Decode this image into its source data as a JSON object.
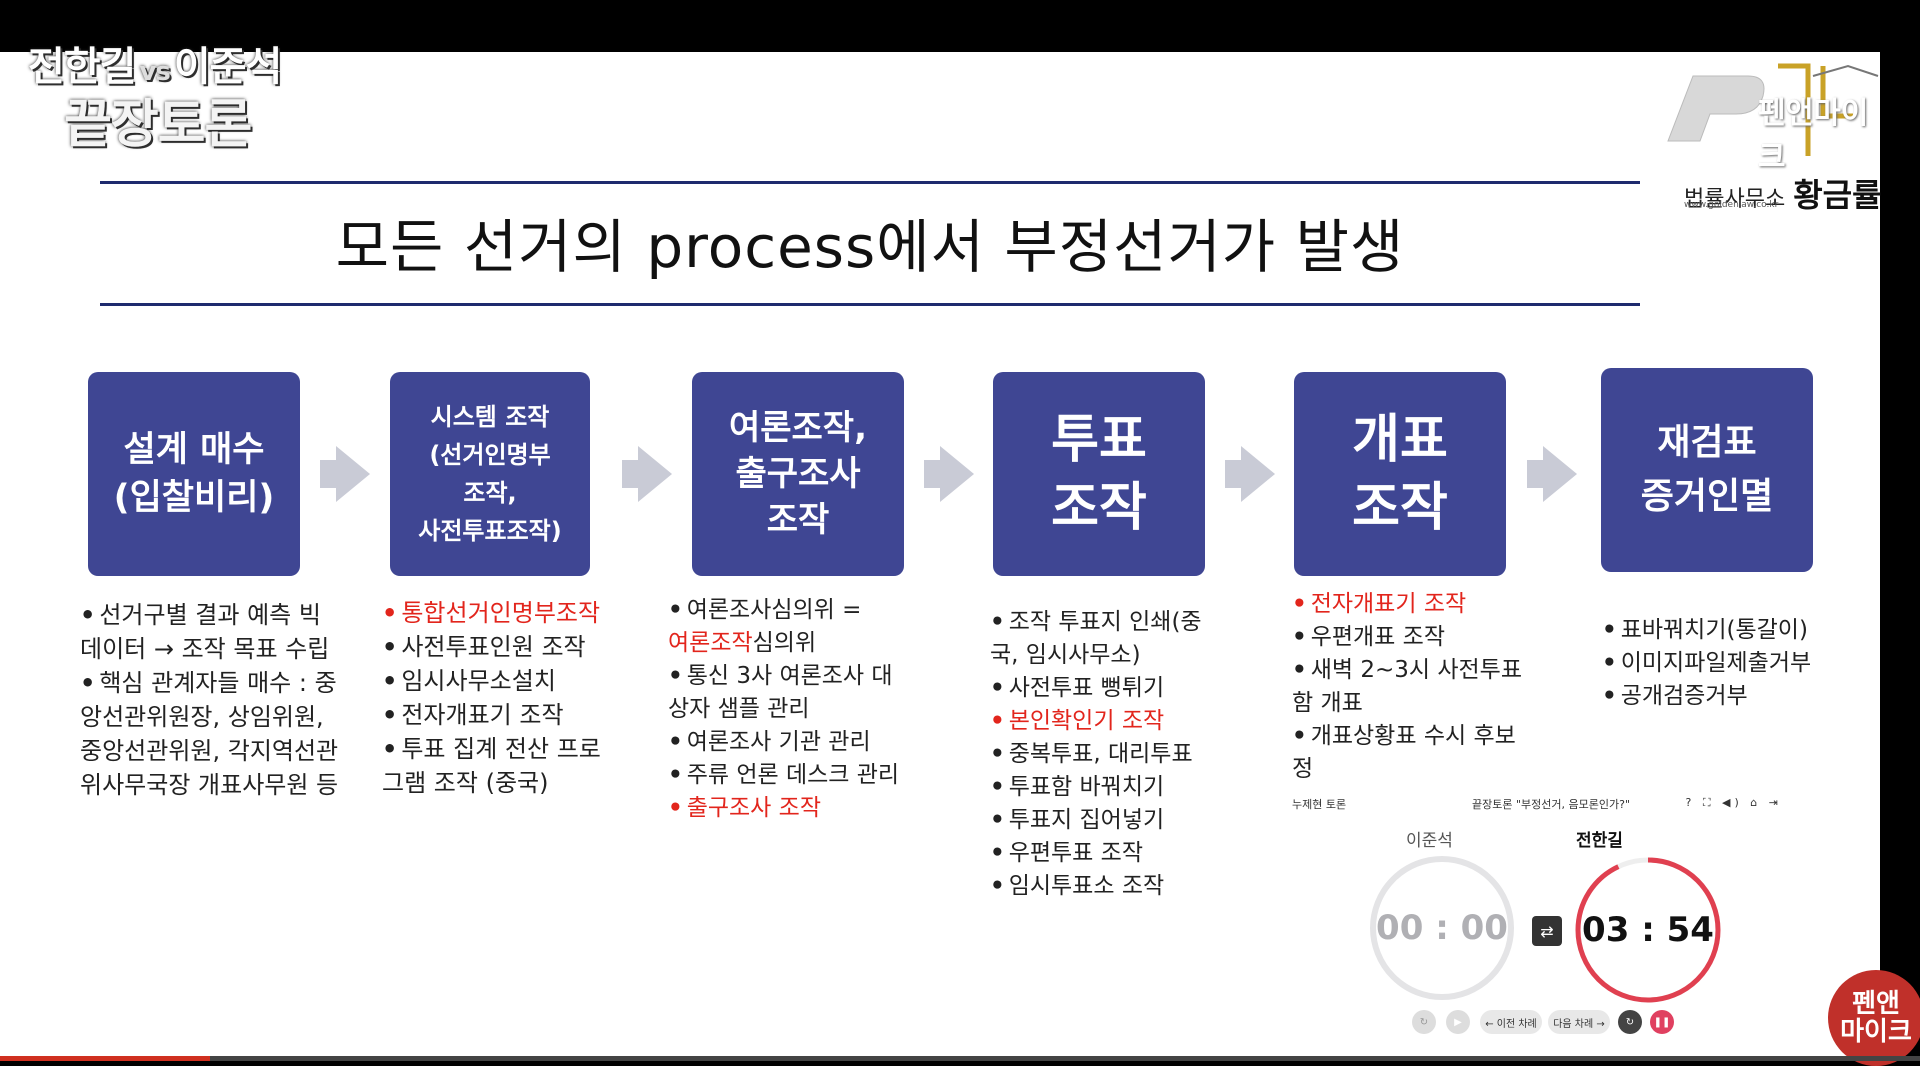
{
  "overlay": {
    "show_title_a": "전한길",
    "show_title_vs": "vs",
    "show_title_b": "이준석",
    "show_title_line2": "끝장토론",
    "channel_logo": "펜앤마이크",
    "law_office_small": "법률사무소",
    "law_office_big": "황금률",
    "law_office_url": "www.goldenlaw.co.kr",
    "badge_line1": "펜앤",
    "badge_line2": "마이크"
  },
  "slide": {
    "title": "모든 선거의 process에서 부정선거가 발생",
    "steps": [
      {
        "lines": [
          "설계 매수",
          "(입찰비리)"
        ]
      },
      {
        "lines": [
          "시스템 조작",
          "(선거인명부",
          "조작,",
          "사전투표조작)"
        ]
      },
      {
        "lines": [
          "여론조작,",
          "출구조사",
          "조작"
        ]
      },
      {
        "lines": [
          "투표",
          "조작"
        ]
      },
      {
        "lines": [
          "개표",
          "조작"
        ]
      },
      {
        "lines": [
          "재검표",
          "증거인멸"
        ]
      }
    ],
    "details": [
      [
        {
          "text": "선거구별 결과 예측 빅데이터 → 조작 목표 수립",
          "red": false
        },
        {
          "text": "핵심 관계자들 매수 : 중앙선관위원장, 상임위원, 중앙선관위원, 각지역선관위사무국장 개표사무원 등",
          "red": false
        }
      ],
      [
        {
          "text": "통합선거인명부조작",
          "red": true
        },
        {
          "text": "사전투표인원 조작",
          "red": false
        },
        {
          "text": "임시사무소설치",
          "red": false
        },
        {
          "text": "전자개표기 조작",
          "red": false
        },
        {
          "text": "투표 집계 전산 프로그램 조작 (중국)",
          "red": false
        }
      ],
      [
        {
          "text": "여론조사심의위 =",
          "red": false
        },
        {
          "text_red": "여론조작",
          "text_after": "심의위",
          "mixed": true
        },
        {
          "text": "통신 3사 여론조사 대상자 샘플 관리",
          "red": false
        },
        {
          "text": "여론조사 기관 관리",
          "red": false
        },
        {
          "text": "주류 언론 데스크 관리",
          "red": false
        },
        {
          "text": "출구조사 조작",
          "red": true
        }
      ],
      [
        {
          "text": "조작 투표지 인쇄(중국, 임시사무소)",
          "red": false
        },
        {
          "text": "사전투표 뻥튀기",
          "red": false
        },
        {
          "text": "본인확인기 조작",
          "red": true
        },
        {
          "text": "중복투표, 대리투표",
          "red": false
        },
        {
          "text": "투표함 바꿔치기",
          "red": false
        },
        {
          "text": "투표지 집어넣기",
          "red": false
        },
        {
          "text": "우편투표 조작",
          "red": false
        },
        {
          "text": "임시투표소 조작",
          "red": false
        }
      ],
      [
        {
          "text": "전자개표기 조작",
          "red": true
        },
        {
          "text": "우편개표 조작",
          "red": false
        },
        {
          "text": "새벽 2~3시 사전투표함 개표",
          "red": false
        },
        {
          "text": "개표상황표 수시 후보정",
          "red": false
        }
      ],
      [
        {
          "text": "표바꿔치기(통갈이)",
          "red": false
        },
        {
          "text": "이미지파일제출거부",
          "red": false
        },
        {
          "text": "공개검증거부",
          "red": false
        }
      ]
    ]
  },
  "timer": {
    "header_left": "누제현 토론",
    "header_center": "끝장토론 \"부정선거, 음모론인가?\"",
    "header_icons": "? ⛶ ◀) ⌂ ⇥",
    "left_name": "이준석",
    "right_name": "전한길",
    "left_time": "00 : 00",
    "right_time": "03 : 54",
    "right_progress": 0.93,
    "prev_label": "← 이전 차례",
    "next_label": "다음 차례 →",
    "colors": {
      "accent": "#e04050",
      "box": "#3f4693"
    }
  }
}
